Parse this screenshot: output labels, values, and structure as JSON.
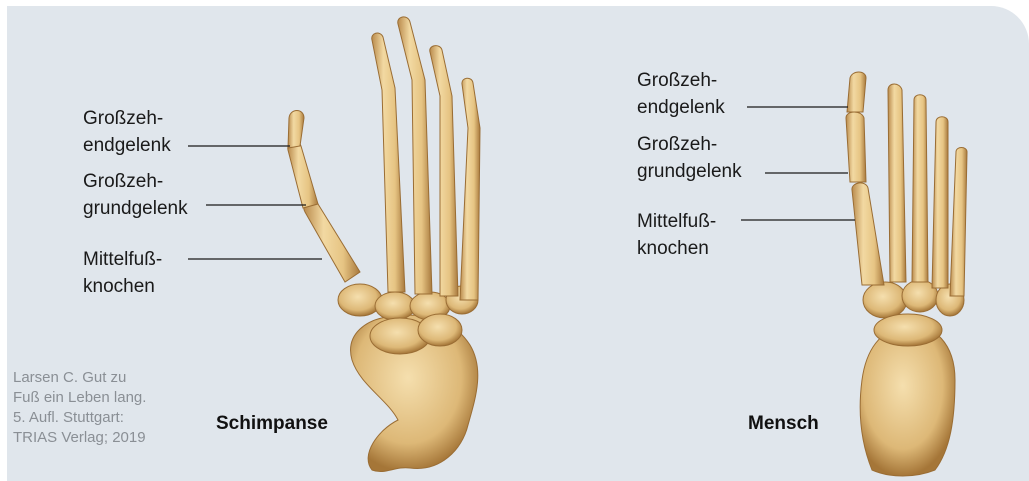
{
  "chimp": {
    "label_endjoint": "Großzeh-\nendgelenk",
    "label_basejoint": "Großzeh-\ngrundgelenk",
    "label_metatarsal": "Mittelfuß-\nknochen",
    "caption": "Schimpanse"
  },
  "human": {
    "label_endjoint": "Großzeh-\nendgelenk",
    "label_basejoint": "Großzeh-\ngrundgelenk",
    "label_metatarsal": "Mittelfuß-\nknochen",
    "caption": "Mensch"
  },
  "credit": "Larsen C. Gut zu\nFuß ein Leben lang.\n5. Aufl. Stuttgart:\nTRIAS Verlag; 2019",
  "colors": {
    "background": "#e0e6ec",
    "bone": "#e8c98a",
    "bone_shadow": "#b8884a"
  }
}
